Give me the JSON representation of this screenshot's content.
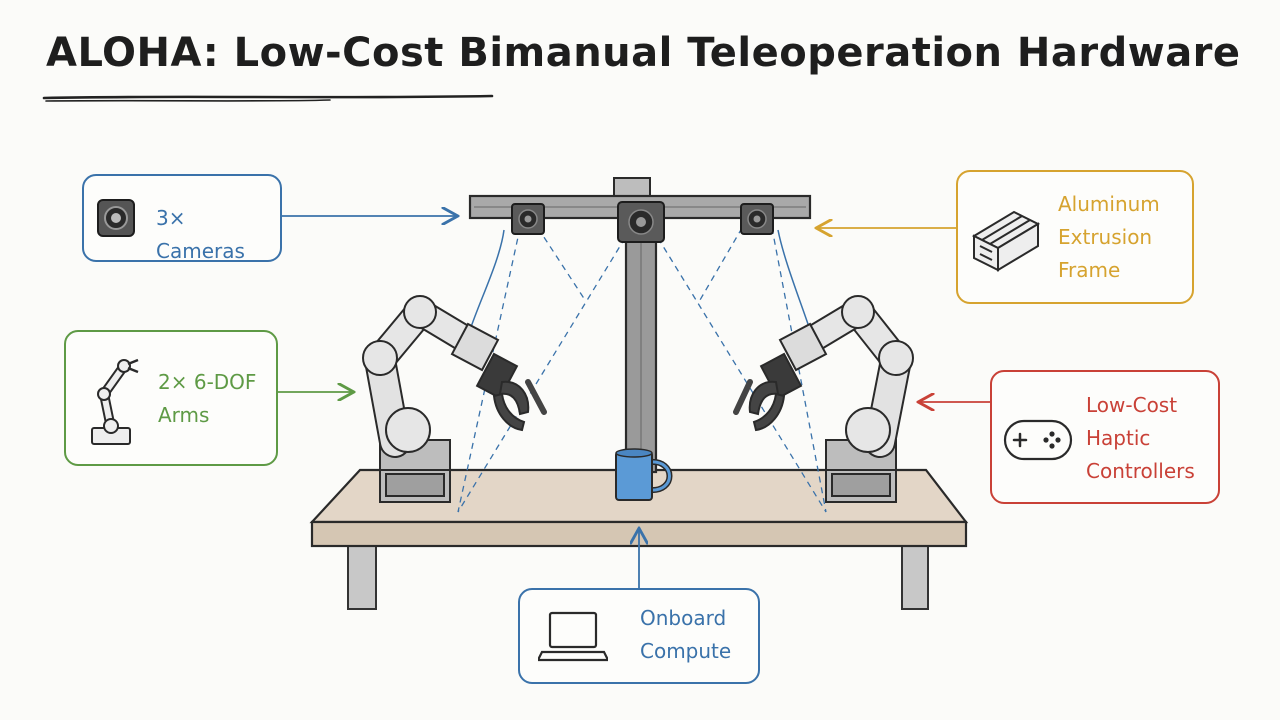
{
  "title": "ALOHA: Low-Cost Bimanual Teleoperation Hardware",
  "colors": {
    "blue": "#3a72aa",
    "gold": "#d6a32f",
    "green": "#5e9a45",
    "red": "#c94137",
    "ink": "#2a2a2a",
    "table": "#ddd0c0",
    "mug": "#5b9ad6"
  },
  "callouts": {
    "cameras": {
      "label": "3× Cameras",
      "icon": "camera-icon"
    },
    "frame": {
      "label": "Aluminum\nExtrusion\nFrame",
      "icon": "aluminum-extrusion-icon"
    },
    "arms": {
      "label": "2× 6-DOF\nArms",
      "icon": "robot-arm-icon"
    },
    "haptic": {
      "label": "Low-Cost\nHaptic\nControllers",
      "icon": "gamepad-icon"
    },
    "compute": {
      "label": "Onboard\nCompute",
      "icon": "laptop-icon"
    }
  }
}
